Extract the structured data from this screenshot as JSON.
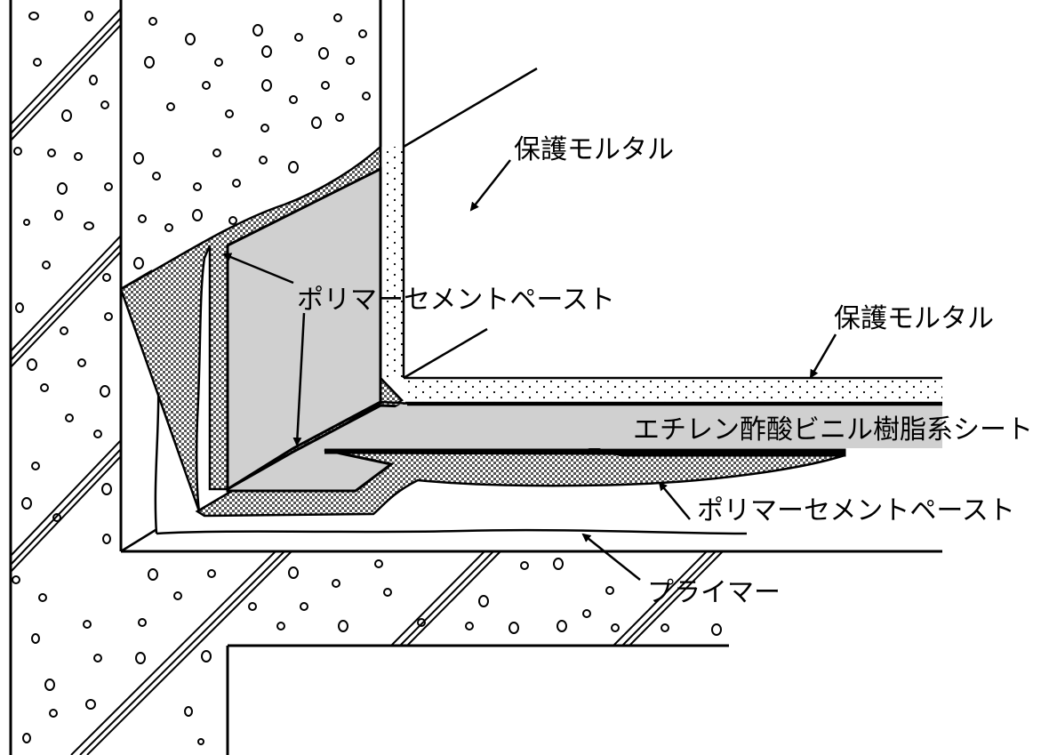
{
  "labels": {
    "protective_mortar_wall": "保護モルタル",
    "polymer_paste_upper": "ポリマーセメントペースト",
    "protective_mortar_floor": "保護モルタル",
    "eva_sheet": "エチレン酢酸ビニル樹脂系シート",
    "polymer_paste_lower": "ポリマーセメントペースト",
    "primer": "プライマー"
  },
  "colors": {
    "line": "#000000",
    "sheet": "#d0d0d0",
    "paste": "#808080",
    "background": "#ffffff"
  }
}
